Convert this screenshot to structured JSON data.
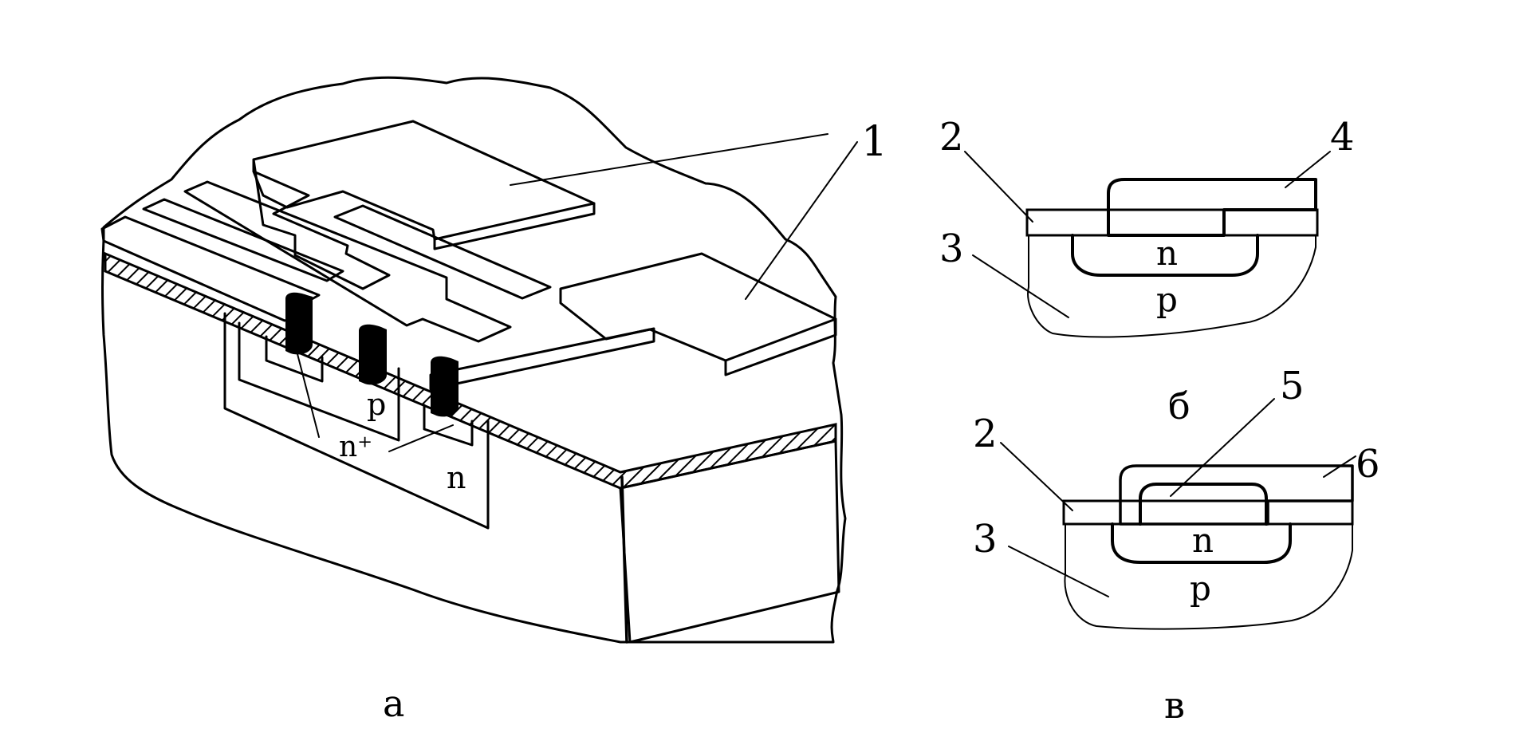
{
  "figure": {
    "panel_a": {
      "caption": "а",
      "labels": {
        "contact_pads": "1",
        "n_plus": "n⁺",
        "p_region": "p",
        "n_region": "n"
      }
    },
    "panel_b": {
      "caption": "б",
      "labels": {
        "l2": "2",
        "l3": "3",
        "l4": "4",
        "n": "n",
        "p": "p"
      }
    },
    "panel_c": {
      "caption": "в",
      "labels": {
        "l2": "2",
        "l3": "3",
        "l5": "5",
        "l6": "6",
        "n": "n",
        "p": "p"
      }
    }
  }
}
